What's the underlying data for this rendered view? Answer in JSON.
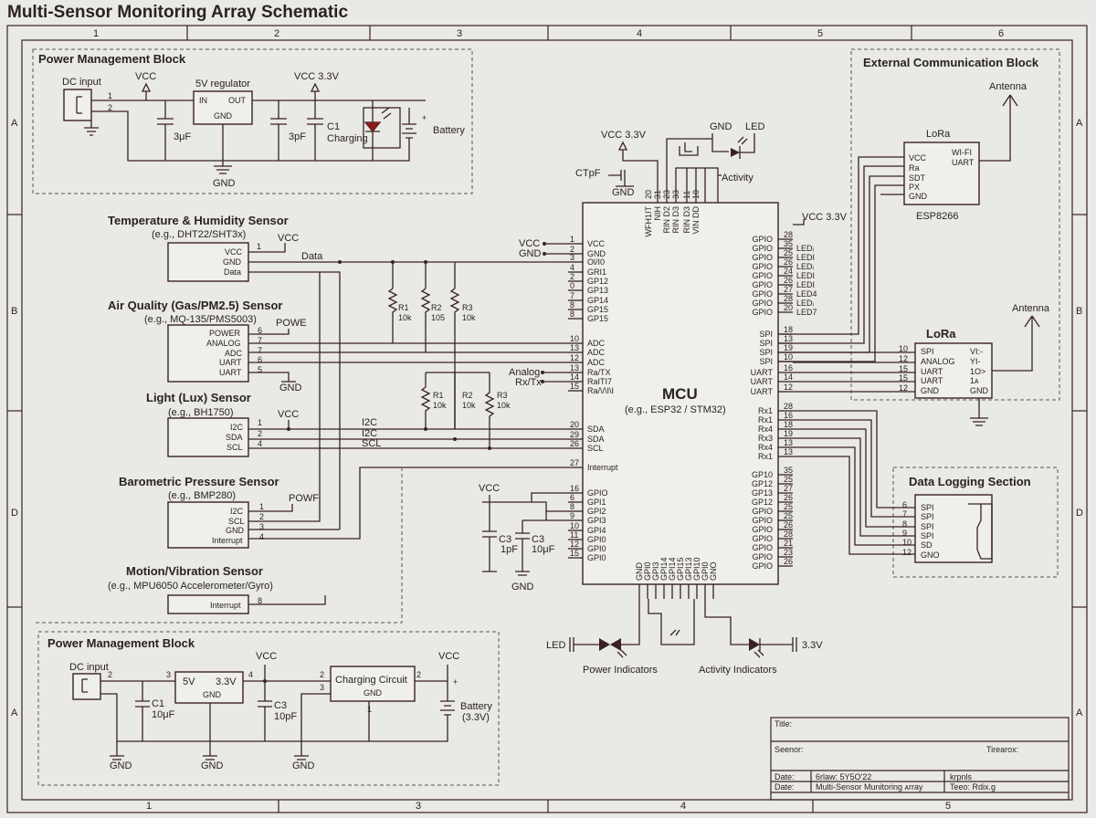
{
  "title": "Multi-Sensor Monitoring Array Schematic",
  "grid": {
    "top": [
      "1",
      "2",
      "3",
      "4",
      "5",
      "6"
    ],
    "bottom": [
      "1",
      "3",
      "4",
      "5"
    ],
    "left": [
      "A",
      "B",
      "D",
      "A"
    ],
    "right": [
      "A",
      "B",
      "D",
      "A"
    ]
  },
  "power_top": {
    "title": "Power Management Block",
    "dc_input": "DC input",
    "vcc": "VCC",
    "vcc33": "VCC 3.3V",
    "regulator": "5V regulator",
    "reg_in": "IN",
    "reg_out": "OUT",
    "reg_gnd": "GND",
    "cap1": "3μF",
    "cap2": "3pF",
    "c1": "C1",
    "charging": "Charging",
    "battery": "Battery",
    "gnd": "GND",
    "pin1": "1",
    "pin2": "2"
  },
  "sensors": {
    "temp": {
      "title": "Temperature & Humidity Sensor",
      "sub": "(e.g., DHT22/SHT3x)",
      "pins": [
        "VCC",
        "GND",
        "Data"
      ],
      "vcc": "VCC",
      "wire": "Data",
      "pin1": "1"
    },
    "air": {
      "title": "Air Quality (Gas/PM2.5) Sensor",
      "sub": "(e.g., MQ-135/PMS5003)",
      "pins": [
        "POWER",
        "ANALOG",
        "ADC",
        "UART",
        "UART"
      ],
      "nums": [
        "6",
        "7",
        "7",
        "6",
        "5"
      ],
      "power": "POWE",
      "gnd": "GND"
    },
    "light": {
      "title": "Light (Lux) Sensor",
      "sub": "(e.g., BH1750)",
      "pins": [
        "I2C",
        "SDA",
        "SCL"
      ],
      "nums": [
        "1",
        "2",
        "4"
      ],
      "vcc": "VCC",
      "wires": [
        "I2C",
        "I2C",
        "SCL"
      ]
    },
    "baro": {
      "title": "Barometric Pressure Sensor",
      "sub": "(e.g., BMP280)",
      "pins": [
        "I2C",
        "SCL",
        "GND",
        "Interrupt"
      ],
      "nums": [
        "1",
        "2",
        "3",
        "4"
      ],
      "power": "POWF"
    },
    "motion": {
      "title": "Motion/Vibration Sensor",
      "sub": "(e.g., MPU6050 Accelerometer/Gyro)",
      "pins": [
        "Interrupt"
      ],
      "nums": [
        "8"
      ]
    }
  },
  "resistors": [
    {
      "name": "R1",
      "val": "10k"
    },
    {
      "name": "R2",
      "val": "105"
    },
    {
      "name": "R3",
      "val": "10k"
    },
    {
      "name": "R1",
      "val": "10k"
    },
    {
      "name": "R2",
      "val": "10k"
    },
    {
      "name": "R3",
      "val": "10k"
    }
  ],
  "mcu": {
    "name": "MCU",
    "sub": "(e.g., ESP32 / STM32)",
    "vcc33": "VCC 3.3V",
    "ctpf": "CTpF",
    "gnd": "GND",
    "led": "LED",
    "activity": "Activity",
    "top_pins": [
      "WFH1IT",
      "NIH",
      "RIN D2",
      "RIN D3",
      "RIN D3",
      "VIN DD"
    ],
    "top_nums": [
      "20",
      "31",
      "23",
      "33",
      "11",
      "10"
    ],
    "left_pins": [
      {
        "n": "1",
        "l": "VCC"
      },
      {
        "n": "2",
        "l": "GND"
      },
      {
        "n": "3",
        "l": "Ol/I0"
      },
      {
        "n": "4",
        "l": "GRI1"
      },
      {
        "n": "2",
        "l": "GP12"
      },
      {
        "n": "0",
        "l": "GP13"
      },
      {
        "n": "7",
        "l": "GP14"
      },
      {
        "n": "8",
        "l": "GP15"
      },
      {
        "n": "8",
        "l": "GP15"
      },
      {
        "n": "10",
        "l": "ADC"
      },
      {
        "n": "13",
        "l": "ADC"
      },
      {
        "n": "12",
        "l": "ADC"
      },
      {
        "n": "13",
        "l": "Ra/TX"
      },
      {
        "n": "14",
        "l": "RaITI7"
      },
      {
        "n": "15",
        "l": "Ra/\\/\\I\\I"
      },
      {
        "n": "20",
        "l": "SDA"
      },
      {
        "n": "29",
        "l": "SDA"
      },
      {
        "n": "26",
        "l": "SCL"
      },
      {
        "n": "27",
        "l": "Interrupt"
      },
      {
        "n": "16",
        "l": "GPIO"
      },
      {
        "n": "6",
        "l": "GPI1"
      },
      {
        "n": "8",
        "l": "GPI2"
      },
      {
        "n": "9",
        "l": "GPI3"
      },
      {
        "n": "10",
        "l": "GPI4"
      },
      {
        "n": "11",
        "l": "GPI0"
      },
      {
        "n": "12",
        "l": "GPI0"
      },
      {
        "n": "15",
        "l": "GPI0"
      }
    ],
    "right_pins": [
      {
        "n": "28",
        "l": "GPIO"
      },
      {
        "n": "35",
        "l": "GPIO"
      },
      {
        "n": "25",
        "l": "GPIO"
      },
      {
        "n": "26",
        "l": "GPIO"
      },
      {
        "n": "24",
        "l": "GPIO"
      },
      {
        "n": "26",
        "l": "GPIO"
      },
      {
        "n": "27",
        "l": "GPIO"
      },
      {
        "n": "28",
        "l": "GPIO"
      },
      {
        "n": "20",
        "l": "GPIO"
      },
      {
        "n": "18",
        "l": "SPI"
      },
      {
        "n": "13",
        "l": "SPI"
      },
      {
        "n": "19",
        "l": "SPI"
      },
      {
        "n": "10",
        "l": "SPI"
      },
      {
        "n": "16",
        "l": "UART"
      },
      {
        "n": "14",
        "l": "UART"
      },
      {
        "n": "12",
        "l": "UART"
      },
      {
        "n": "28",
        "l": "Rx1"
      },
      {
        "n": "16",
        "l": "Rx1"
      },
      {
        "n": "18",
        "l": "Rx4"
      },
      {
        "n": "19",
        "l": "Rx3"
      },
      {
        "n": "13",
        "l": "Rx4"
      },
      {
        "n": "13",
        "l": "Rx1"
      },
      {
        "n": "35",
        "l": "GP10"
      },
      {
        "n": "25",
        "l": "GP12"
      },
      {
        "n": "27",
        "l": "GP13"
      },
      {
        "n": "26",
        "l": "GP12"
      },
      {
        "n": "25",
        "l": "GPIO"
      },
      {
        "n": "25",
        "l": "GPIO"
      },
      {
        "n": "26",
        "l": "GPIO"
      },
      {
        "n": "28",
        "l": "GPIO"
      },
      {
        "n": "21",
        "l": "GPIO"
      },
      {
        "n": "23",
        "l": "GPIO"
      },
      {
        "n": "26",
        "l": "GPIO"
      }
    ],
    "leds": [
      "LEDᵢ",
      "LEDI",
      "LEDᵢ",
      "LEDI",
      "LEDI",
      "LED4",
      "LEDᵢ",
      "LED7"
    ],
    "bottom_pins": [
      "GND",
      "GPI0",
      "GPI3",
      "GPI14",
      "GPI14",
      "GPI15",
      "GPI13",
      "GPI10",
      "GPI0",
      "GNO"
    ],
    "left_labels": {
      "vcc": "VCC",
      "gnd": "GND",
      "analog": "Analog",
      "rxtx": "Rx/Tx",
      "i2c1": "I2C",
      "i2c2": "I2C",
      "scl": "SCL"
    },
    "caps": {
      "vcc": "VCC",
      "c3a": "C3",
      "c3a_v": "1pF",
      "c3b": "C3",
      "c3b_v": "10μF",
      "gnd": "GND"
    }
  },
  "external": {
    "title": "External Communication Block",
    "antenna": "Antenna",
    "lora": "LoRa",
    "pins": [
      "VCC",
      "Ra",
      "SDT",
      "PX",
      "GND"
    ],
    "wifi": "WI-FI",
    "uart": "UART",
    "chip": "ESP8266",
    "vcc33": "VCC 3.3V"
  },
  "lora2": {
    "title": "LoRa",
    "antenna": "Antenna",
    "pins": [
      "SPI",
      "ANALOG",
      "UART",
      "UART",
      "GND"
    ],
    "nums": [
      "10",
      "12",
      "15",
      "15",
      "12"
    ],
    "right": [
      "VI:-",
      "YI-",
      "1O>",
      "1ᴀ",
      "GND"
    ]
  },
  "logging": {
    "title": "Data Logging Section",
    "pins": [
      "SPI",
      "SPI",
      "SPI",
      "SPI",
      "SD",
      "GNO"
    ],
    "nums": [
      "6",
      "7",
      "8",
      "9",
      "10",
      "12"
    ]
  },
  "indicators": {
    "led": "LED",
    "power": "Power Indicators",
    "activity": "Activity Indicators",
    "v33": "3.3V"
  },
  "power_bottom": {
    "title": "Power Management Block",
    "dc_input": "DC input",
    "vcc": "VCC",
    "reg_l": "5V",
    "reg_r": "3.3V",
    "reg_gnd": "GND",
    "c1": "C1",
    "c1_v": "10μF",
    "c3": "C3",
    "c3_v": "10pF",
    "charging": "Charging Circuit",
    "charging_gnd": "GND",
    "battery": "Battery",
    "battery_v": "(3.3V)",
    "gnd": "GND",
    "nums": [
      "2",
      "3",
      "4",
      "2",
      "3",
      "2",
      "1"
    ]
  },
  "title_block": {
    "title_label": "Title:",
    "seenor": "Seenor:",
    "tirearox": "Tirearox:",
    "date_label": "Date:",
    "date_value": "6rlaw: 5Y5O'22",
    "krpnls": "krpnls",
    "date_label2": "Date:",
    "desc": "Multi-Sensor Munitoring ᴀrray",
    "teeo": "Teeo: Rdix.g"
  }
}
